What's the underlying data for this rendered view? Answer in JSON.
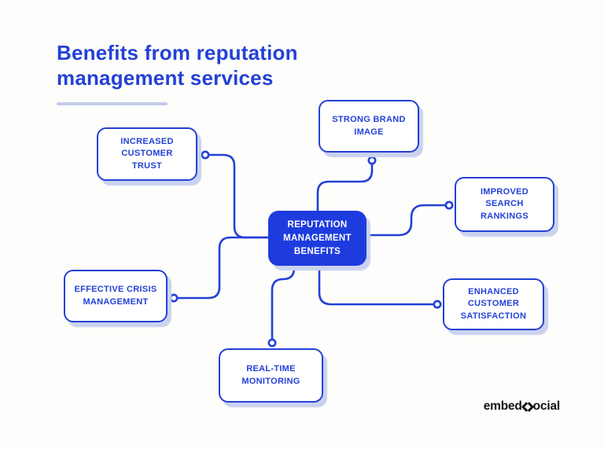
{
  "title": {
    "line1": "Benefits from reputation",
    "line2": "management services"
  },
  "colors": {
    "accent": "#2441D6",
    "center_fill": "#1E3CDE",
    "box_shadow": "#CBD2EF",
    "underline": "#C4CCE9",
    "logo": "#141414",
    "background": "#FDFDFB"
  },
  "center_node": {
    "lines": [
      "REPUTATION",
      "MANAGEMENT",
      "BENEFITS"
    ]
  },
  "nodes": {
    "increased_customer_trust": {
      "lines": [
        "INCREASED",
        "CUSTOMER",
        "TRUST"
      ]
    },
    "strong_brand_image": {
      "lines": [
        "STRONG BRAND",
        "IMAGE"
      ]
    },
    "improved_search_rankings": {
      "lines": [
        "IMPROVED",
        "SEARCH",
        "RANKINGS"
      ]
    },
    "enhanced_customer_satisfaction": {
      "lines": [
        "ENHANCED",
        "CUSTOMER",
        "SATISFACTION"
      ]
    },
    "real_time_monitoring": {
      "lines": [
        "REAL-TIME",
        "MONITORING"
      ]
    },
    "effective_crisis_management": {
      "lines": [
        "EFFECTIVE CRISIS",
        "MANAGEMENT"
      ]
    }
  },
  "logo": {
    "prefix": "embed",
    "s_glyph": "<>",
    "suffix": "ocial"
  }
}
